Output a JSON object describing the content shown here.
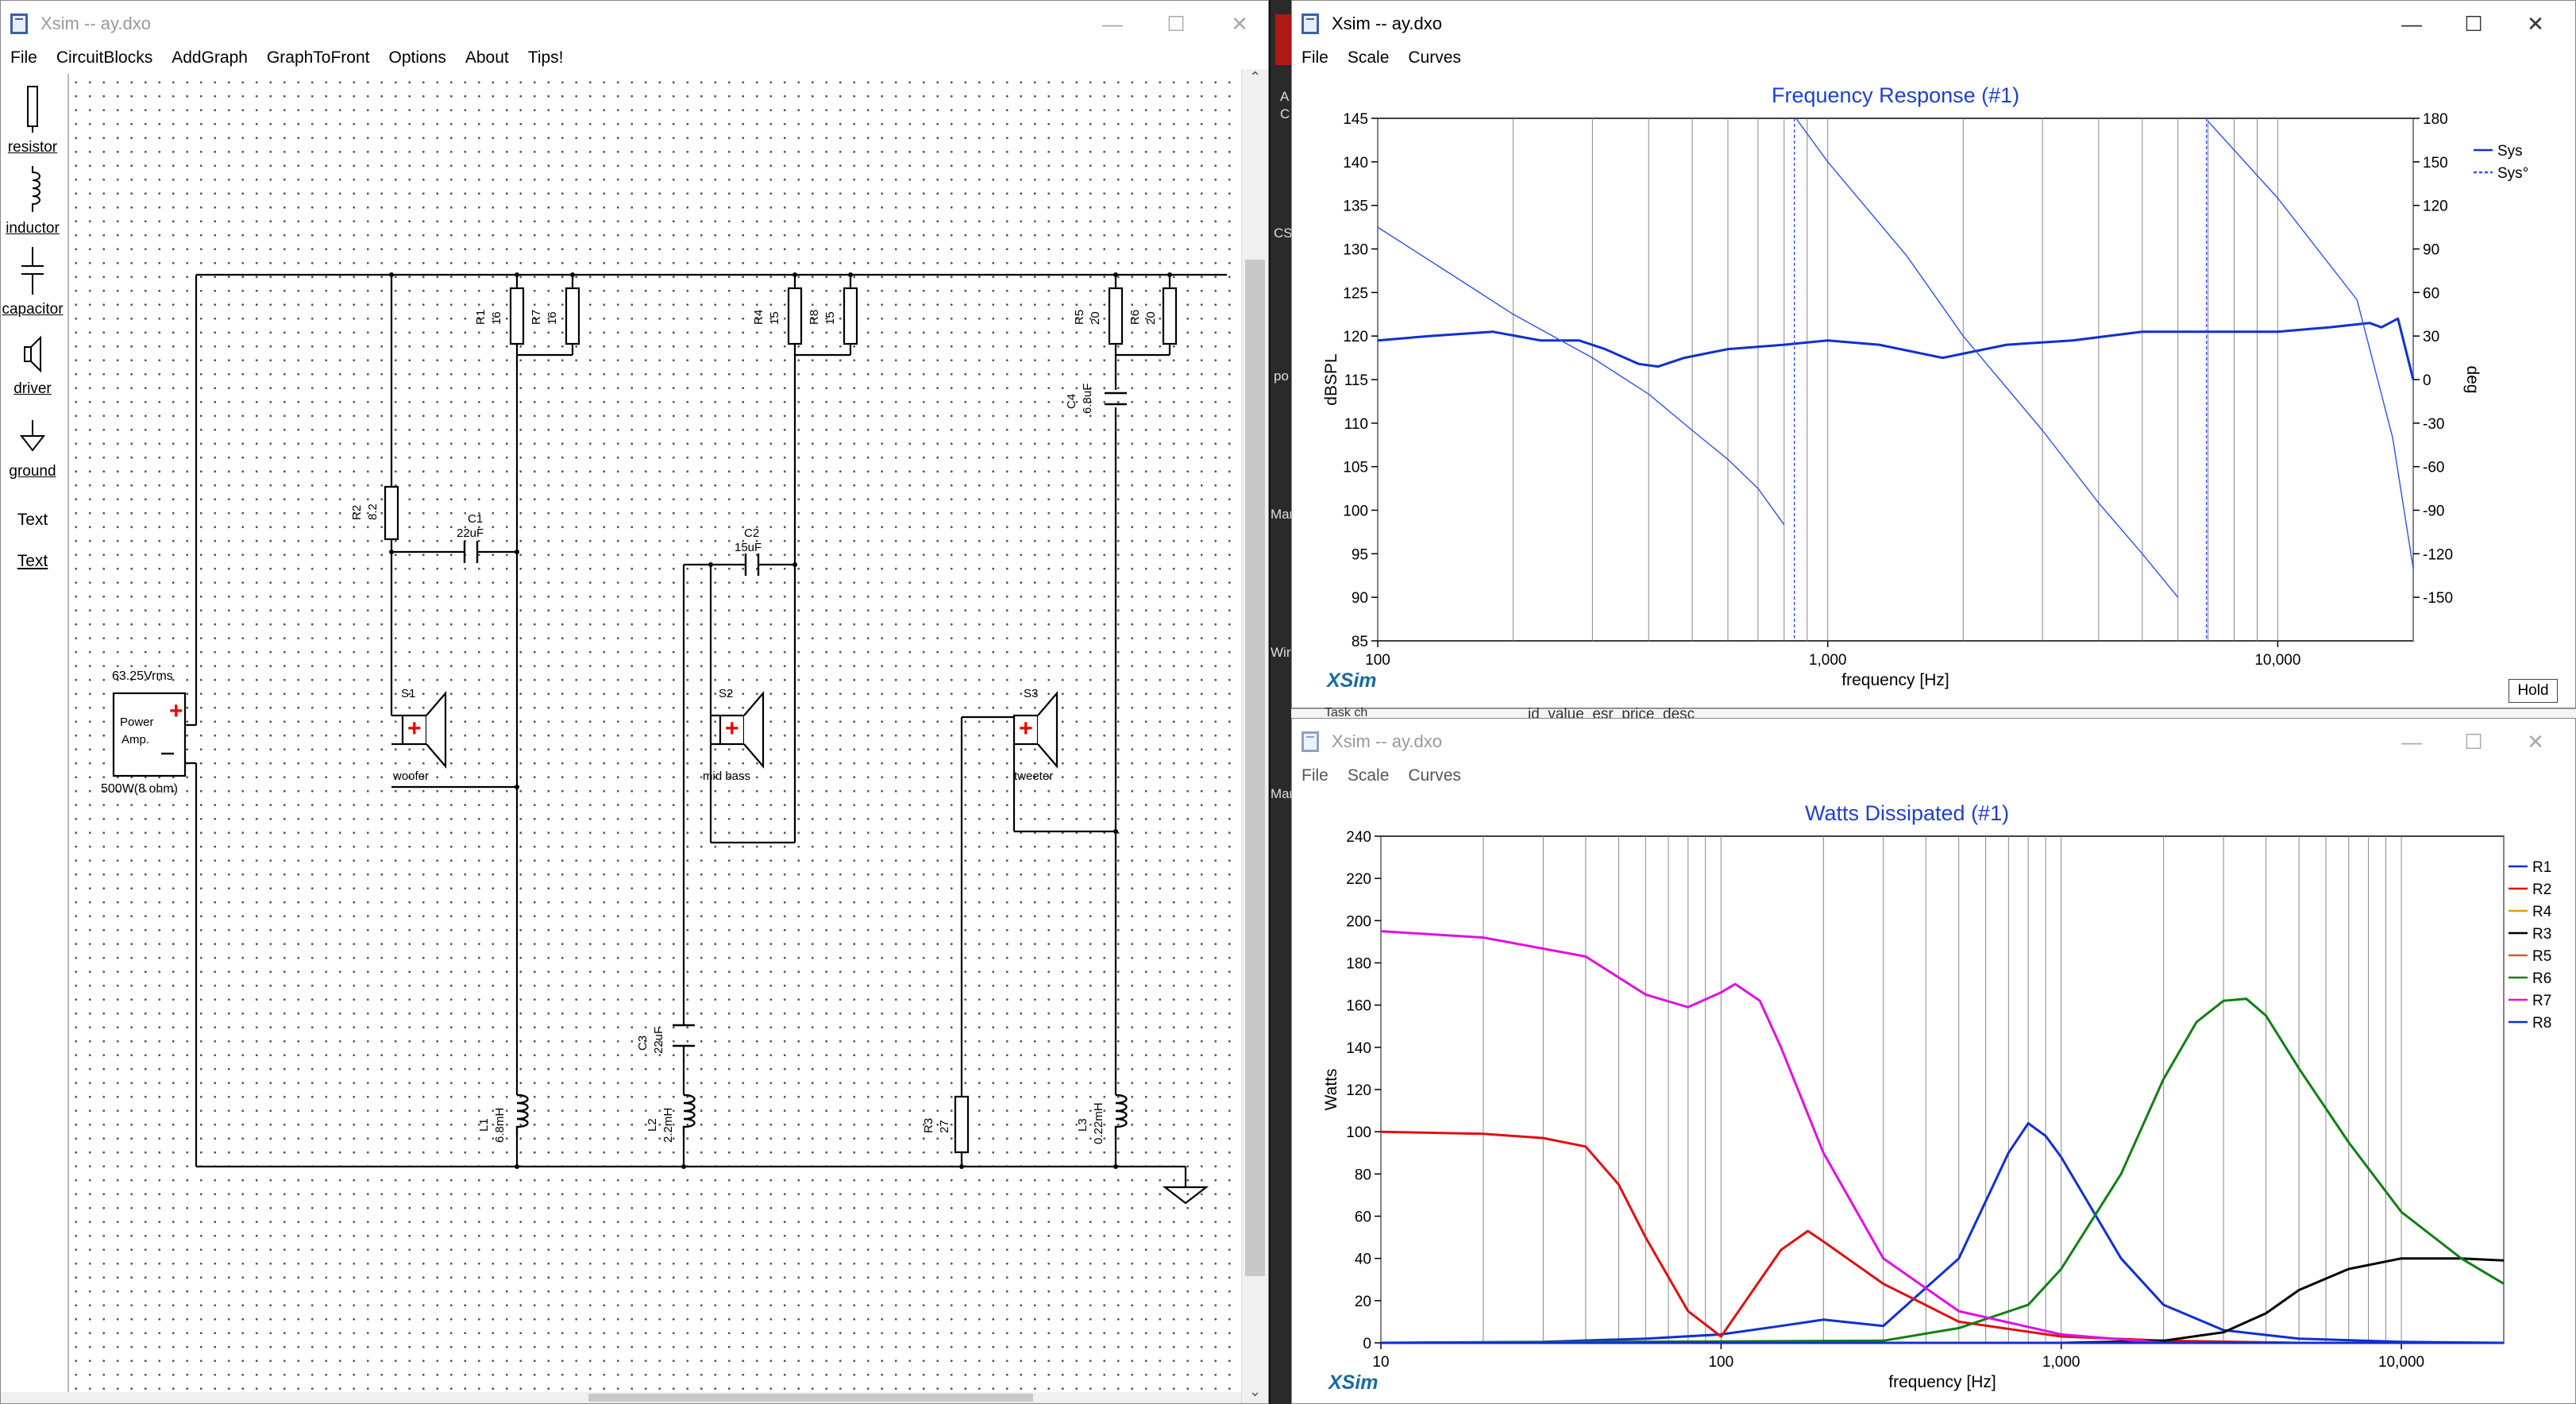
{
  "left_window": {
    "title": "Xsim -- ay.dxo",
    "menu": [
      "File",
      "CircuitBlocks",
      "AddGraph",
      "GraphToFront",
      "Options",
      "About",
      "Tips!"
    ],
    "tools": [
      "resistor",
      "inductor",
      "capacitor",
      "driver",
      "ground",
      "Text",
      "Text"
    ],
    "amp": {
      "voltage": "63.25Vrms",
      "line1": "Power",
      "line2": "Amp.",
      "rating": "500W(8 ohm)"
    },
    "components": {
      "R1": {
        "name": "R1",
        "value": "16"
      },
      "R7": {
        "name": "R7",
        "value": "16"
      },
      "R4": {
        "name": "R4",
        "value": "15"
      },
      "R8": {
        "name": "R8",
        "value": "15"
      },
      "R5": {
        "name": "R5",
        "value": "20"
      },
      "R6": {
        "name": "R6",
        "value": "20"
      },
      "C4": {
        "name": "C4",
        "value": "6.8uF"
      },
      "R2": {
        "name": "R2",
        "value": "8.2"
      },
      "C1": {
        "name": "C1",
        "value": "22uF"
      },
      "C2": {
        "name": "C2",
        "value": "15uF"
      },
      "S1": {
        "name": "S1",
        "label": "woofer"
      },
      "S2": {
        "name": "S2",
        "label": "mid bass"
      },
      "S3": {
        "name": "S3",
        "label": "tweeter"
      },
      "C3": {
        "name": "C3",
        "value": "22uF"
      },
      "L1": {
        "name": "L1",
        "value": "6.8mH"
      },
      "L2": {
        "name": "L2",
        "value": "2.2mH"
      },
      "R3": {
        "name": "R3",
        "value": "27"
      },
      "L3": {
        "name": "L3",
        "value": "0.22mH"
      }
    }
  },
  "freq_window": {
    "title": "Xsim -- ay.dxo",
    "menu": [
      "File",
      "Scale",
      "Curves"
    ],
    "hold_label": "Hold",
    "logo": "XSim"
  },
  "watts_window": {
    "title": "Xsim -- ay.dxo",
    "menu": [
      "File",
      "Scale",
      "Curves"
    ],
    "logo": "XSim"
  },
  "background_text": {
    "behind_row": "id  value  esr  price  desc",
    "task": "Task ch",
    "snippets": [
      "A",
      "C",
      "CS",
      "po",
      "Mar",
      "Wir",
      "Mar"
    ]
  },
  "chart_data": [
    {
      "type": "line",
      "title": "Frequency Response (#1)",
      "xlabel": "frequency [Hz]",
      "ylabel": "dBSPL",
      "y2label": "deg",
      "xscale": "log",
      "xlim": [
        100,
        20000
      ],
      "ylim": [
        85,
        145
      ],
      "y2lim": [
        -180,
        180
      ],
      "xticks": [
        "100",
        "1,000",
        "10,000"
      ],
      "yticks": [
        85,
        90,
        95,
        100,
        105,
        110,
        115,
        120,
        125,
        130,
        135,
        140,
        145
      ],
      "y2ticks": [
        -150,
        -120,
        -90,
        -60,
        -30,
        0,
        30,
        60,
        90,
        120,
        150,
        180
      ],
      "legend_position": "top-right",
      "series": [
        {
          "name": "Sys",
          "axis": "left",
          "color": "#1030d0",
          "style": "solid",
          "x": [
            100,
            130,
            180,
            230,
            280,
            320,
            380,
            420,
            480,
            600,
            800,
            1000,
            1300,
            1800,
            2500,
            3500,
            5000,
            7000,
            10000,
            13000,
            16000,
            17000,
            18500,
            20000
          ],
          "y": [
            119.5,
            120.0,
            120.5,
            119.5,
            119.5,
            118.5,
            116.8,
            116.5,
            117.5,
            118.5,
            119.0,
            119.5,
            119.0,
            117.5,
            119.0,
            119.5,
            120.5,
            120.5,
            120.5,
            121.0,
            121.5,
            121.0,
            122.0,
            115.0
          ]
        },
        {
          "name": "Sys°",
          "axis": "right",
          "color": "#3050f0",
          "style": "thin",
          "x": [
            100,
            150,
            200,
            300,
            400,
            500,
            600,
            700,
            800,
            850,
            1000,
            1500,
            2000,
            3000,
            4000,
            5000,
            6000,
            7000,
            10000,
            15000,
            18000,
            20000
          ],
          "y": [
            105,
            70,
            45,
            15,
            -10,
            -35,
            -55,
            -75,
            -100,
            180,
            150,
            85,
            30,
            -35,
            -85,
            -120,
            -150,
            178,
            125,
            55,
            -40,
            -130
          ]
        }
      ]
    },
    {
      "type": "line",
      "title": "Watts Dissipated (#1)",
      "xlabel": "frequency [Hz]",
      "ylabel": "Watts",
      "xscale": "log",
      "xlim": [
        10,
        20000
      ],
      "ylim": [
        0,
        240
      ],
      "xticks": [
        "10",
        "100",
        "1,000",
        "10,000"
      ],
      "yticks": [
        0,
        20,
        40,
        60,
        80,
        100,
        120,
        140,
        160,
        180,
        200,
        220,
        240
      ],
      "legend_position": "right",
      "series": [
        {
          "name": "R1",
          "color": "#1030d0",
          "x": [
            10,
            30,
            60,
            100,
            150,
            200,
            300,
            500,
            700,
            800,
            900,
            1000,
            1500,
            2000,
            3000,
            5000,
            10000,
            20000
          ],
          "y": [
            0,
            0.5,
            2,
            4,
            8,
            11,
            8,
            40,
            90,
            104,
            98,
            88,
            40,
            18,
            6,
            2,
            0.5,
            0
          ]
        },
        {
          "name": "R2",
          "color": "#e01010",
          "x": [
            10,
            20,
            30,
            40,
            50,
            60,
            80,
            100,
            150,
            180,
            200,
            300,
            500,
            1000,
            2000,
            5000
          ],
          "y": [
            100,
            99,
            97,
            93,
            75,
            50,
            15,
            3,
            44,
            53,
            48,
            28,
            10,
            3,
            1,
            0
          ]
        },
        {
          "name": "R4",
          "color": "#e0a000",
          "x": [
            10,
            20000
          ],
          "y": [
            0,
            0
          ]
        },
        {
          "name": "R3",
          "color": "#000000",
          "x": [
            10,
            1000,
            2000,
            3000,
            4000,
            5000,
            7000,
            10000,
            15000,
            20000
          ],
          "y": [
            0,
            0,
            1,
            5,
            14,
            25,
            35,
            40,
            40,
            39
          ]
        },
        {
          "name": "R5",
          "color": "#d06020",
          "x": [
            10,
            20000
          ],
          "y": [
            0,
            0
          ]
        },
        {
          "name": "R6",
          "color": "#108010",
          "x": [
            10,
            300,
            500,
            800,
            1000,
            1500,
            2000,
            2500,
            3000,
            3500,
            4000,
            5000,
            7000,
            10000,
            15000,
            20000
          ],
          "y": [
            0,
            1,
            7,
            18,
            35,
            80,
            125,
            152,
            162,
            163,
            155,
            130,
            95,
            62,
            40,
            28
          ]
        },
        {
          "name": "R7",
          "color": "#e010e0",
          "x": [
            10,
            20,
            40,
            60,
            80,
            100,
            110,
            130,
            150,
            200,
            300,
            500,
            1000,
            2000
          ],
          "y": [
            195,
            192,
            183,
            165,
            159,
            166,
            170,
            162,
            140,
            90,
            40,
            15,
            4,
            0
          ]
        },
        {
          "name": "R8",
          "color": "#1030d0",
          "x": [
            10,
            20000
          ],
          "y": [
            0,
            0
          ]
        }
      ]
    }
  ]
}
